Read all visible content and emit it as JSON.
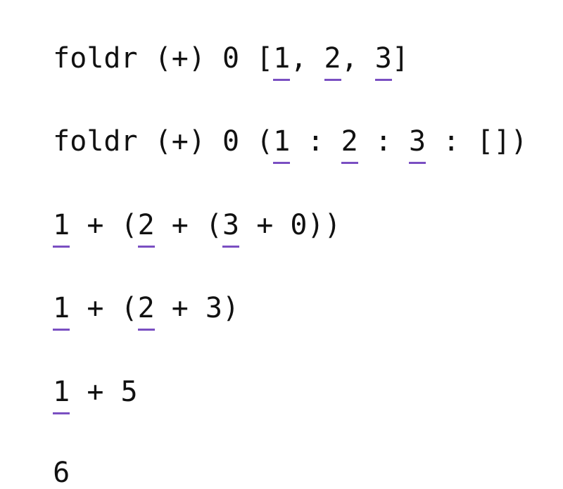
{
  "steps": [
    {
      "parts": [
        {
          "text": "foldr (+) 0 ["
        },
        {
          "text": "1",
          "underline": true
        },
        {
          "text": ", "
        },
        {
          "text": "2",
          "underline": true
        },
        {
          "text": ", "
        },
        {
          "text": "3",
          "underline": true
        },
        {
          "text": "]"
        }
      ]
    },
    {
      "parts": [
        {
          "text": "foldr (+) 0 ("
        },
        {
          "text": "1",
          "underline": true
        },
        {
          "text": " : "
        },
        {
          "text": "2",
          "underline": true
        },
        {
          "text": " : "
        },
        {
          "text": "3",
          "underline": true
        },
        {
          "text": " : [])"
        }
      ]
    },
    {
      "parts": [
        {
          "text": "1",
          "underline": true
        },
        {
          "text": " + ("
        },
        {
          "text": "2",
          "underline": true
        },
        {
          "text": " + ("
        },
        {
          "text": "3",
          "underline": true
        },
        {
          "text": " + 0))"
        }
      ]
    },
    {
      "parts": [
        {
          "text": "1",
          "underline": true
        },
        {
          "text": " + ("
        },
        {
          "text": "2",
          "underline": true
        },
        {
          "text": " + 3)"
        }
      ]
    },
    {
      "parts": [
        {
          "text": "1",
          "underline": true
        },
        {
          "text": " + 5"
        }
      ]
    },
    {
      "parts": [
        {
          "text": "6"
        }
      ]
    }
  ],
  "colors": {
    "underline": "#7a4fc2",
    "text": "#111111"
  }
}
